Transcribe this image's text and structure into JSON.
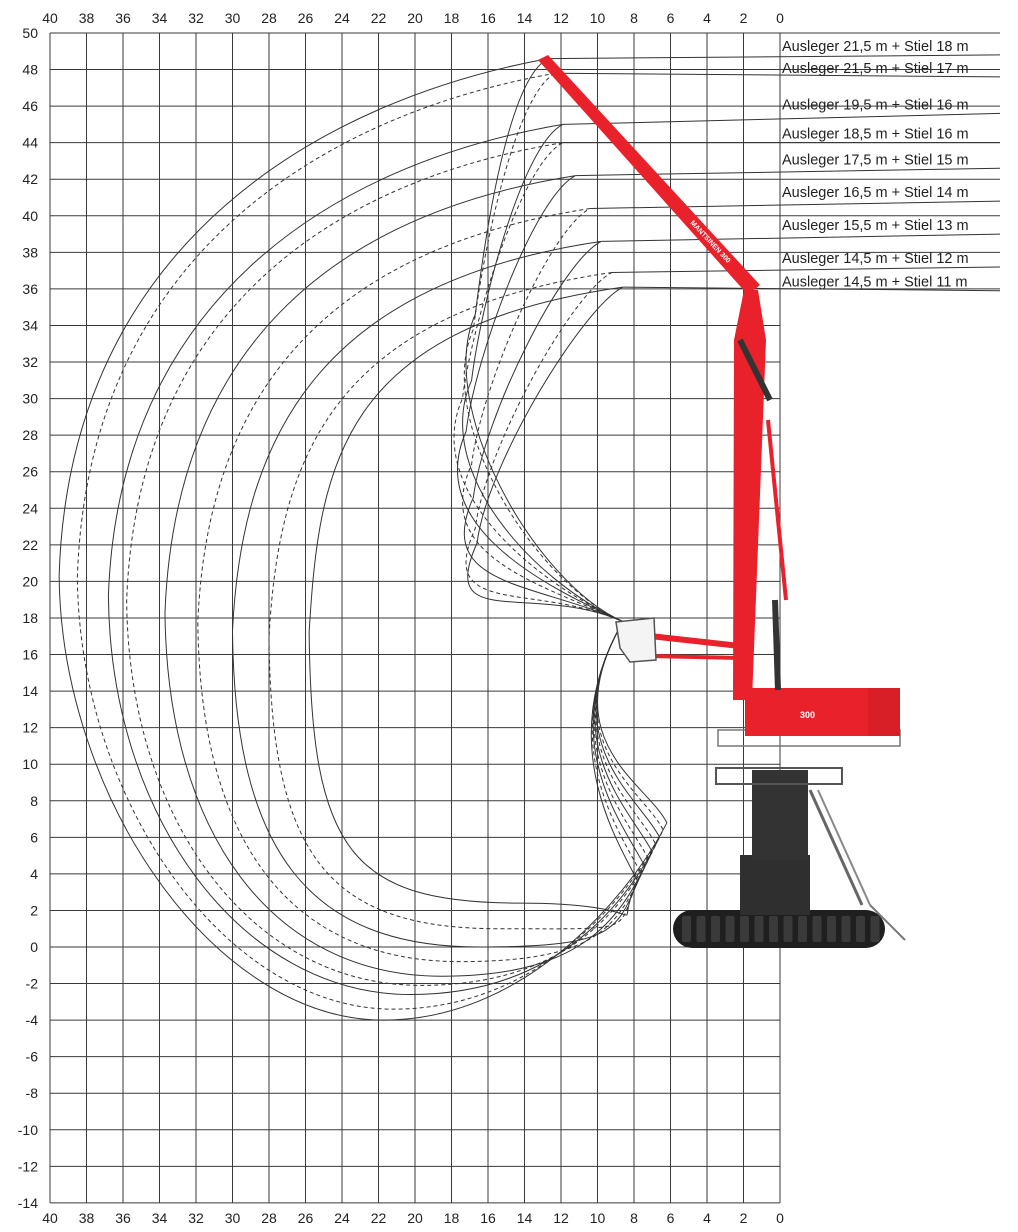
{
  "chart_data": {
    "type": "diagram",
    "x_axis": {
      "reversed": true,
      "ticks": [
        40,
        38,
        36,
        34,
        32,
        30,
        28,
        26,
        24,
        22,
        20,
        18,
        16,
        14,
        12,
        10,
        8,
        6,
        4,
        2,
        0
      ]
    },
    "y_axis": {
      "ticks": [
        50,
        48,
        46,
        44,
        42,
        40,
        38,
        36,
        34,
        32,
        30,
        28,
        26,
        24,
        22,
        20,
        18,
        16,
        14,
        12,
        10,
        8,
        6,
        4,
        2,
        0,
        -2,
        -4,
        -6,
        -8,
        -10,
        -12,
        -14
      ]
    },
    "grid": true,
    "configurations": [
      {
        "label": "Ausleger 21,5 m + Stiel 18 m",
        "reach_top_x": 12.7,
        "top_y": 48.6,
        "max_reach": 39.5,
        "bottom_y": -4.0,
        "near_x": 6.2,
        "near_y": 6.8
      },
      {
        "label": "Ausleger 21,5 m + Stiel 17 m",
        "reach_top_x": 12.3,
        "top_y": 47.8,
        "max_reach": 38.5,
        "bottom_y": -3.4,
        "near_x": 6.4,
        "near_y": 6.4
      },
      {
        "label": "Ausleger 19,5 m + Stiel 16 m",
        "reach_top_x": 11.9,
        "top_y": 45.0,
        "max_reach": 36.8,
        "bottom_y": -2.6,
        "near_x": 6.6,
        "near_y": 6.0
      },
      {
        "label": "Ausleger 18,5 m + Stiel 16 m",
        "reach_top_x": 11.9,
        "top_y": 44.0,
        "max_reach": 35.8,
        "bottom_y": -2.1,
        "near_x": 6.8,
        "near_y": 5.6
      },
      {
        "label": "Ausleger 17,5 m + Stiel 15 m",
        "reach_top_x": 11.2,
        "top_y": 42.2,
        "max_reach": 33.7,
        "bottom_y": -1.6,
        "near_x": 7.0,
        "near_y": 5.2
      },
      {
        "label": "Ausleger 16,5 m + Stiel 14 m",
        "reach_top_x": 10.4,
        "top_y": 40.4,
        "max_reach": 31.9,
        "bottom_y": -0.8,
        "near_x": 7.2,
        "near_y": 4.8
      },
      {
        "label": "Ausleger 15,5 m + Stiel 13 m",
        "reach_top_x": 9.8,
        "top_y": 38.6,
        "max_reach": 30.0,
        "bottom_y": 0.0,
        "near_x": 7.4,
        "near_y": 4.4
      },
      {
        "label": "Ausleger 14,5 m + Stiel 12 m",
        "reach_top_x": 9.2,
        "top_y": 36.9,
        "max_reach": 28.0,
        "bottom_y": 1.0,
        "near_x": 7.6,
        "near_y": 4.0
      },
      {
        "label": "Ausleger 14,5 m + Stiel 11 m",
        "reach_top_x": 8.6,
        "top_y": 36.1,
        "max_reach": 25.8,
        "bottom_y": 2.4,
        "near_x": 7.8,
        "near_y": 3.6
      }
    ],
    "label_y": [
      48.8,
      47.6,
      45.6,
      44.0,
      42.6,
      40.8,
      39.0,
      37.2,
      35.9
    ],
    "machine": {
      "color": "#e8212b",
      "dark": "#2b2b2b",
      "brand_text": "MANTSINEN 300",
      "model_text": "300"
    }
  }
}
